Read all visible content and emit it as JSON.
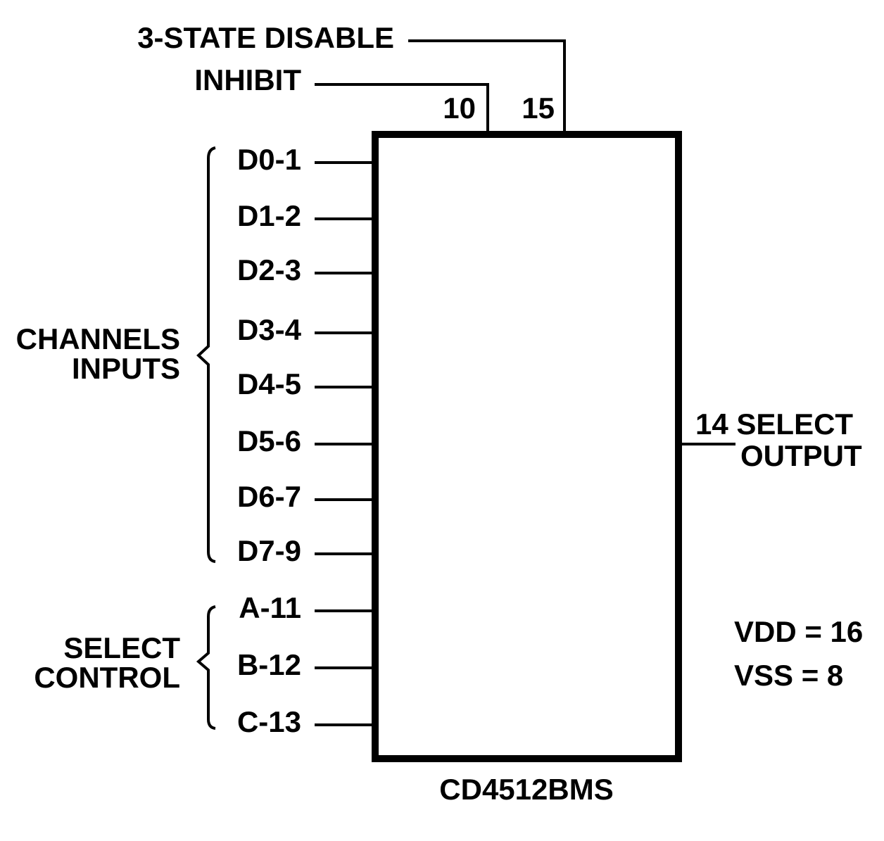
{
  "top_signals": {
    "three_state_disable": {
      "label": "3-STATE DISABLE",
      "pin": "15"
    },
    "inhibit": {
      "label": "INHIBIT",
      "pin": "10"
    }
  },
  "inputs": [
    {
      "label": "D0-1"
    },
    {
      "label": "D1-2"
    },
    {
      "label": "D2-3"
    },
    {
      "label": "D3-4"
    },
    {
      "label": "D4-5"
    },
    {
      "label": "D5-6"
    },
    {
      "label": "D6-7"
    },
    {
      "label": "D7-9"
    },
    {
      "label": "A-11"
    },
    {
      "label": "B-12"
    },
    {
      "label": "C-13"
    }
  ],
  "groups": {
    "channels": {
      "line1": "CHANNELS",
      "line2": "INPUTS"
    },
    "select": {
      "line1": "SELECT",
      "line2": "CONTROL"
    }
  },
  "output": {
    "line1": "14 SELECT",
    "line2": "OUTPUT"
  },
  "power": {
    "vdd": "VDD = 16",
    "vss": "VSS = 8"
  },
  "chip_name": "CD4512BMS"
}
